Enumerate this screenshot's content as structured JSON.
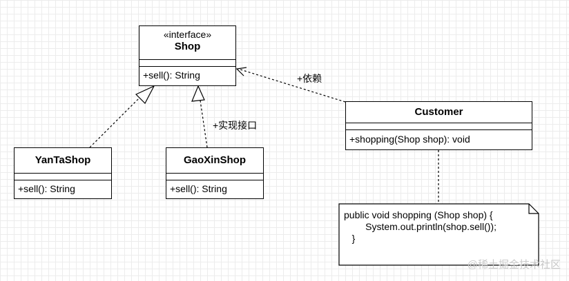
{
  "shop": {
    "stereotype": "«interface»",
    "name": "Shop",
    "method": "+sell(): String"
  },
  "yantashop": {
    "name": "YanTaShop",
    "method": "+sell(): String"
  },
  "gaoxinshop": {
    "name": "GaoXinShop",
    "method": "+sell(): String"
  },
  "customer": {
    "name": "Customer",
    "method": "+shopping(Shop shop): void"
  },
  "edges": {
    "depend_label": "+依赖",
    "implement_label": "+实现接口"
  },
  "note": {
    "code": "public void shopping (Shop shop) {\n        System.out.println(shop.sell());\n   }"
  },
  "watermark": "@稀土掘金技术社区"
}
